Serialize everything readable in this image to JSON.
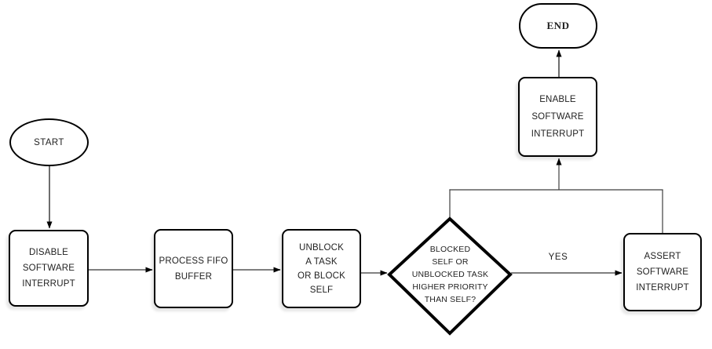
{
  "diagram": {
    "type": "flowchart",
    "background": "#ffffff",
    "colors": {
      "shape_border": "#000000",
      "shape_fill": "#ffffff",
      "text": "#1f1f1f",
      "connector_gray": "#7f7f7f",
      "connector_dark": "#3f3f3f",
      "arrowhead": "#000000"
    },
    "nodes": {
      "start": {
        "type": "terminator",
        "label": "START"
      },
      "disable": {
        "type": "process",
        "lines": [
          "DISABLE",
          "SOFTWARE",
          "INTERRUPT"
        ]
      },
      "process_fifo": {
        "type": "process",
        "lines": [
          "PROCESS FIFO",
          "BUFFER"
        ]
      },
      "unblock": {
        "type": "process",
        "lines": [
          "UNBLOCK",
          "A TASK",
          "OR BLOCK",
          "SELF"
        ]
      },
      "decision": {
        "type": "decision",
        "lines": [
          "BLOCKED",
          "SELF OR",
          "UNBLOCKED TASK",
          "HIGHER PRIORITY",
          "THAN SELF?"
        ]
      },
      "assert": {
        "type": "process",
        "lines": [
          "ASSERT",
          "SOFTWARE",
          "INTERRUPT"
        ]
      },
      "enable": {
        "type": "process",
        "lines": [
          "ENABLE",
          "SOFTWARE",
          "INTERRUPT"
        ]
      },
      "end": {
        "type": "terminator",
        "label": "END"
      }
    },
    "edge_labels": {
      "decision_yes": "YES"
    },
    "edges": [
      {
        "from": "START",
        "to": "DISABLE SOFTWARE INTERRUPT",
        "label": ""
      },
      {
        "from": "DISABLE SOFTWARE INTERRUPT",
        "to": "PROCESS FIFO BUFFER",
        "label": ""
      },
      {
        "from": "PROCESS FIFO BUFFER",
        "to": "UNBLOCK A TASK OR BLOCK SELF",
        "label": ""
      },
      {
        "from": "UNBLOCK A TASK OR BLOCK SELF",
        "to": "BLOCKED SELF OR UNBLOCKED TASK HIGHER PRIORITY THAN SELF?",
        "label": ""
      },
      {
        "from": "BLOCKED SELF OR UNBLOCKED TASK HIGHER PRIORITY THAN SELF?",
        "to": "ASSERT SOFTWARE INTERRUPT",
        "label": "YES"
      },
      {
        "from": "BLOCKED SELF OR UNBLOCKED TASK HIGHER PRIORITY THAN SELF?",
        "to": "ENABLE SOFTWARE INTERRUPT",
        "label": ""
      },
      {
        "from": "ASSERT SOFTWARE INTERRUPT",
        "to": "ENABLE SOFTWARE INTERRUPT",
        "label": ""
      },
      {
        "from": "ENABLE SOFTWARE INTERRUPT",
        "to": "END",
        "label": ""
      }
    ]
  }
}
